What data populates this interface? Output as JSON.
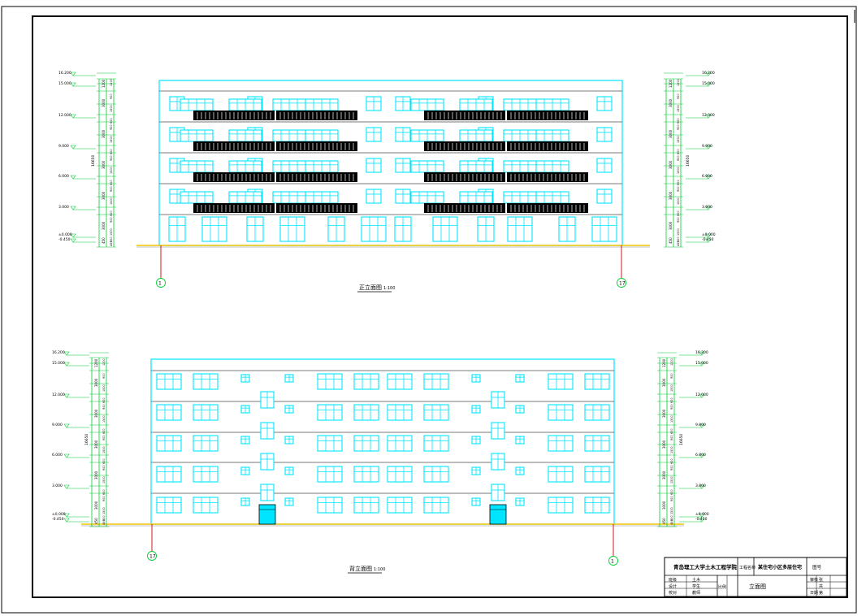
{
  "front_elevation": {
    "title": "正立面图",
    "scale": "1:100",
    "axis_left": "1",
    "axis_right": "17",
    "levels_left": [
      "16.200",
      "15.000",
      "12.000",
      "9.000",
      "6.000",
      "3.000",
      "±0.000",
      "-0.450"
    ],
    "levels_right": [
      "16.200",
      "15.000",
      "12.000",
      "9.000",
      "6.000",
      "3.000",
      "±0.000",
      "-0.450"
    ],
    "total_height": "16650",
    "dims_left_outer": [
      "1200",
      "3000",
      "3000",
      "3000",
      "3000",
      "3000",
      "450"
    ],
    "dims_left_inner": [
      "1200",
      "900",
      "1500",
      "600",
      "900",
      "1500",
      "600",
      "900",
      "1500",
      "600",
      "900",
      "1500",
      "600",
      "900",
      "1500",
      "600",
      "450"
    ]
  },
  "rear_elevation": {
    "title": "背立面图",
    "scale": "1:100",
    "axis_left": "17",
    "axis_right": "1",
    "levels_left": [
      "16.200",
      "15.000",
      "12.000",
      "9.000",
      "6.000",
      "3.000",
      "±0.000",
      "-0.450"
    ],
    "levels_right": [
      "16.200",
      "15.000",
      "12.000",
      "9.000",
      "6.000",
      "3.000",
      "±0.000",
      "-0.450"
    ],
    "total_height": "16650",
    "dims_left_outer": [
      "1200",
      "3000",
      "3000",
      "3000",
      "3000",
      "3000",
      "450"
    ],
    "dims_left_inner": [
      "1200",
      "900",
      "1500",
      "600",
      "900",
      "1500",
      "600",
      "900",
      "1500",
      "600",
      "900",
      "1500",
      "600",
      "900",
      "1500",
      "600",
      "450"
    ]
  },
  "title_block": {
    "school": "青岛理工大学土木工程学院",
    "project_label": "工程名称",
    "project_name": "某住宅小区多层住宅",
    "drawing_no_label": "图号",
    "drawing_title": "立面图",
    "row_labels": [
      "班级",
      "设计",
      "校对",
      "审核"
    ],
    "row_values": [
      "土木",
      "学生",
      "教师",
      "日期"
    ],
    "scale_label": "比例",
    "sheet_labels": [
      "张",
      "共",
      "第"
    ]
  },
  "colors": {
    "frame": "#000000",
    "facade": "#00e5ff",
    "floor_line": "#7a7a7a",
    "railing": "#000000",
    "dimension": "#00cc33",
    "ground": "#f0c400",
    "axis": "#cc0000",
    "text": "#000000"
  }
}
